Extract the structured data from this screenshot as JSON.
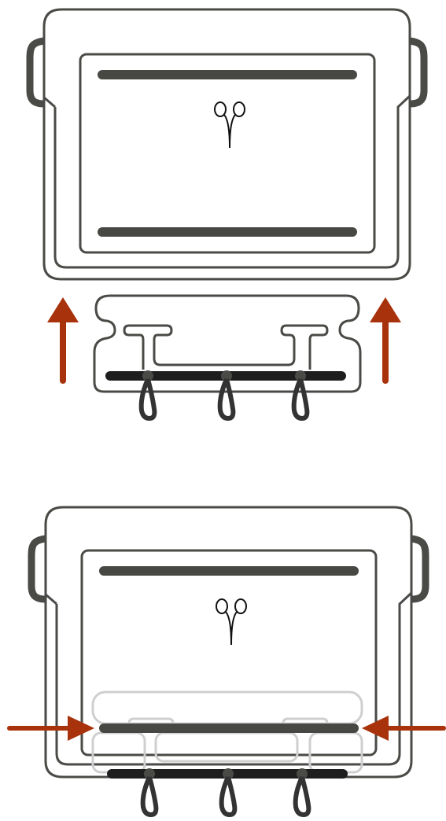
{
  "diagram": {
    "panels": [
      {
        "id": "top",
        "step": "insert",
        "arrow_direction": "up",
        "has_scissor_icon": true,
        "shows_insert_ghost": false
      },
      {
        "id": "bottom",
        "step": "locked",
        "arrow_direction": "inward",
        "has_scissor_icon": true,
        "shows_insert_ghost": true
      }
    ],
    "hanging_loops": 3
  },
  "colors": {
    "outline": "#4a4a47",
    "slot_bar": "#474743",
    "rail_bar": "#1e1e1e",
    "arrow": "#a8320b",
    "ghost": "#cfcfcf",
    "background": "#ffffff"
  },
  "icons": {
    "tool": "scissors-icon",
    "motion": "arrow-icon",
    "attach": "loop-hook-icon"
  }
}
